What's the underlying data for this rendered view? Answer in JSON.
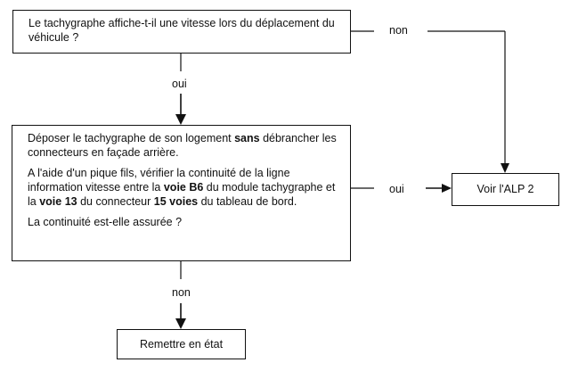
{
  "nodes": {
    "q1": {
      "text": "Le tachygraphe affiche-t-il une vitesse lors du déplacement du véhicule ?"
    },
    "step2": {
      "p1_a": "Déposer le tachygraphe de son logement ",
      "p1_b": "sans",
      "p1_c": " débrancher les connecteurs en façade arrière.",
      "p2_a": "A l'aide d'un pique fils, vérifier la continuité de la ligne information vitesse entre la ",
      "p2_b": "voie B6",
      "p2_c": " du module tachygraphe et la ",
      "p2_d": "voie 13",
      "p2_e": " du connecteur ",
      "p2_f": "15 voies",
      "p2_g": " du tableau de bord.",
      "p3": "La continuité est-elle assurée ?"
    },
    "alp2": {
      "text": "Voir l'ALP 2"
    },
    "remettre": {
      "text": "Remettre en état"
    }
  },
  "edges": {
    "q1_non": "non",
    "q1_oui": "oui",
    "step2_oui": "oui",
    "step2_non": "non"
  },
  "colors": {
    "line": "#111111",
    "background": "#ffffff"
  }
}
